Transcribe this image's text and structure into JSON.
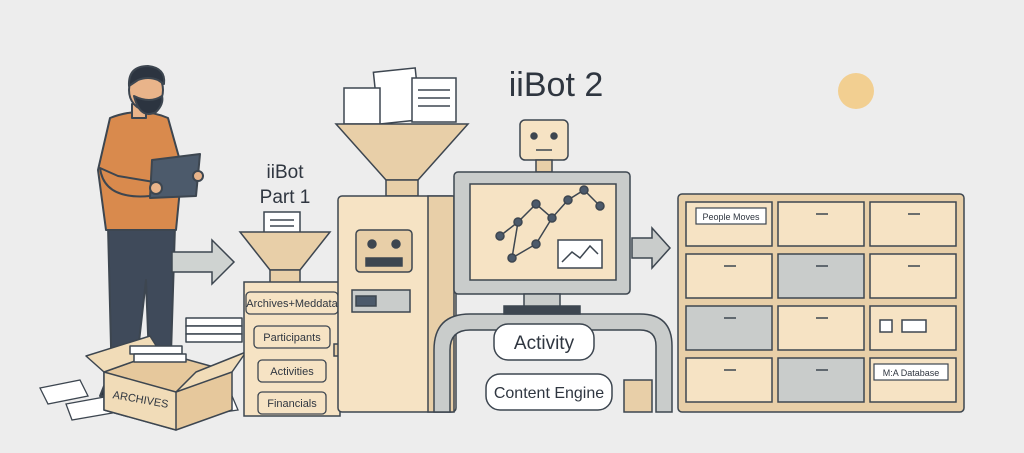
{
  "title": "iiBot 2",
  "part1_label": {
    "line1": "iiBot",
    "line2": "Part 1"
  },
  "box_label": "ARCHIVES",
  "feeder_labels": [
    "Archives+Meddata",
    "Participants",
    "Activities",
    "Financials"
  ],
  "engine_labels": {
    "activity": "Activity",
    "content": "Content Engine"
  },
  "cabinet_labels": {
    "people": "People Moves",
    "mna": "M:A Database"
  },
  "colors": {
    "background": "#ededed",
    "cream": "#f6e3c4",
    "tan": "#e8cfa8",
    "grey_drawer": "#c9cccb",
    "outline": "#3d4650",
    "sun": "#f2cf91",
    "shirt": "#d98a4d"
  }
}
